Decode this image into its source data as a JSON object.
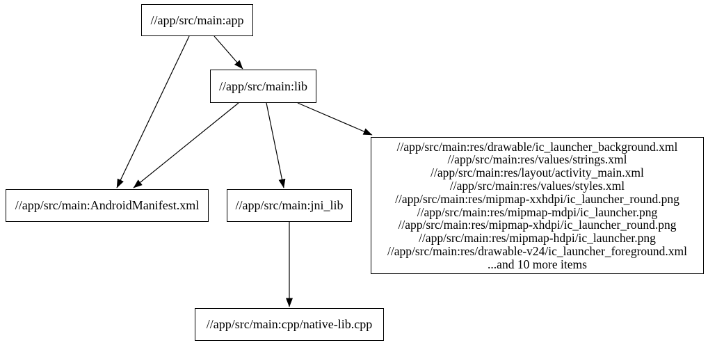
{
  "diagram": {
    "background_color": "#ffffff",
    "node_border_color": "#000000",
    "edge_color": "#000000",
    "text_color": "#000000"
  },
  "nodes": {
    "app": {
      "label": "//app/src/main:app"
    },
    "lib": {
      "label": "//app/src/main:lib"
    },
    "manifest": {
      "label": "//app/src/main:AndroidManifest.xml"
    },
    "jni_lib": {
      "label": "//app/src/main:jni_lib"
    },
    "cpp": {
      "label": "//app/src/main:cpp/native-lib.cpp"
    },
    "res_group": {
      "lines": [
        "//app/src/main:res/drawable/ic_launcher_background.xml",
        "//app/src/main:res/values/strings.xml",
        "//app/src/main:res/layout/activity_main.xml",
        "//app/src/main:res/values/styles.xml",
        "//app/src/main:res/mipmap-xxhdpi/ic_launcher_round.png",
        "//app/src/main:res/mipmap-mdpi/ic_launcher.png",
        "//app/src/main:res/mipmap-xhdpi/ic_launcher_round.png",
        "//app/src/main:res/mipmap-hdpi/ic_launcher.png",
        "//app/src/main:res/drawable-v24/ic_launcher_foreground.xml",
        "...and 10 more items"
      ]
    }
  },
  "edges": [
    {
      "from": "//app/src/main:app",
      "to": "//app/src/main:lib"
    },
    {
      "from": "//app/src/main:app",
      "to": "//app/src/main:AndroidManifest.xml"
    },
    {
      "from": "//app/src/main:lib",
      "to": "//app/src/main:AndroidManifest.xml"
    },
    {
      "from": "//app/src/main:lib",
      "to": "//app/src/main:jni_lib"
    },
    {
      "from": "//app/src/main:lib",
      "to": "res_group"
    },
    {
      "from": "//app/src/main:jni_lib",
      "to": "//app/src/main:cpp/native-lib.cpp"
    }
  ]
}
